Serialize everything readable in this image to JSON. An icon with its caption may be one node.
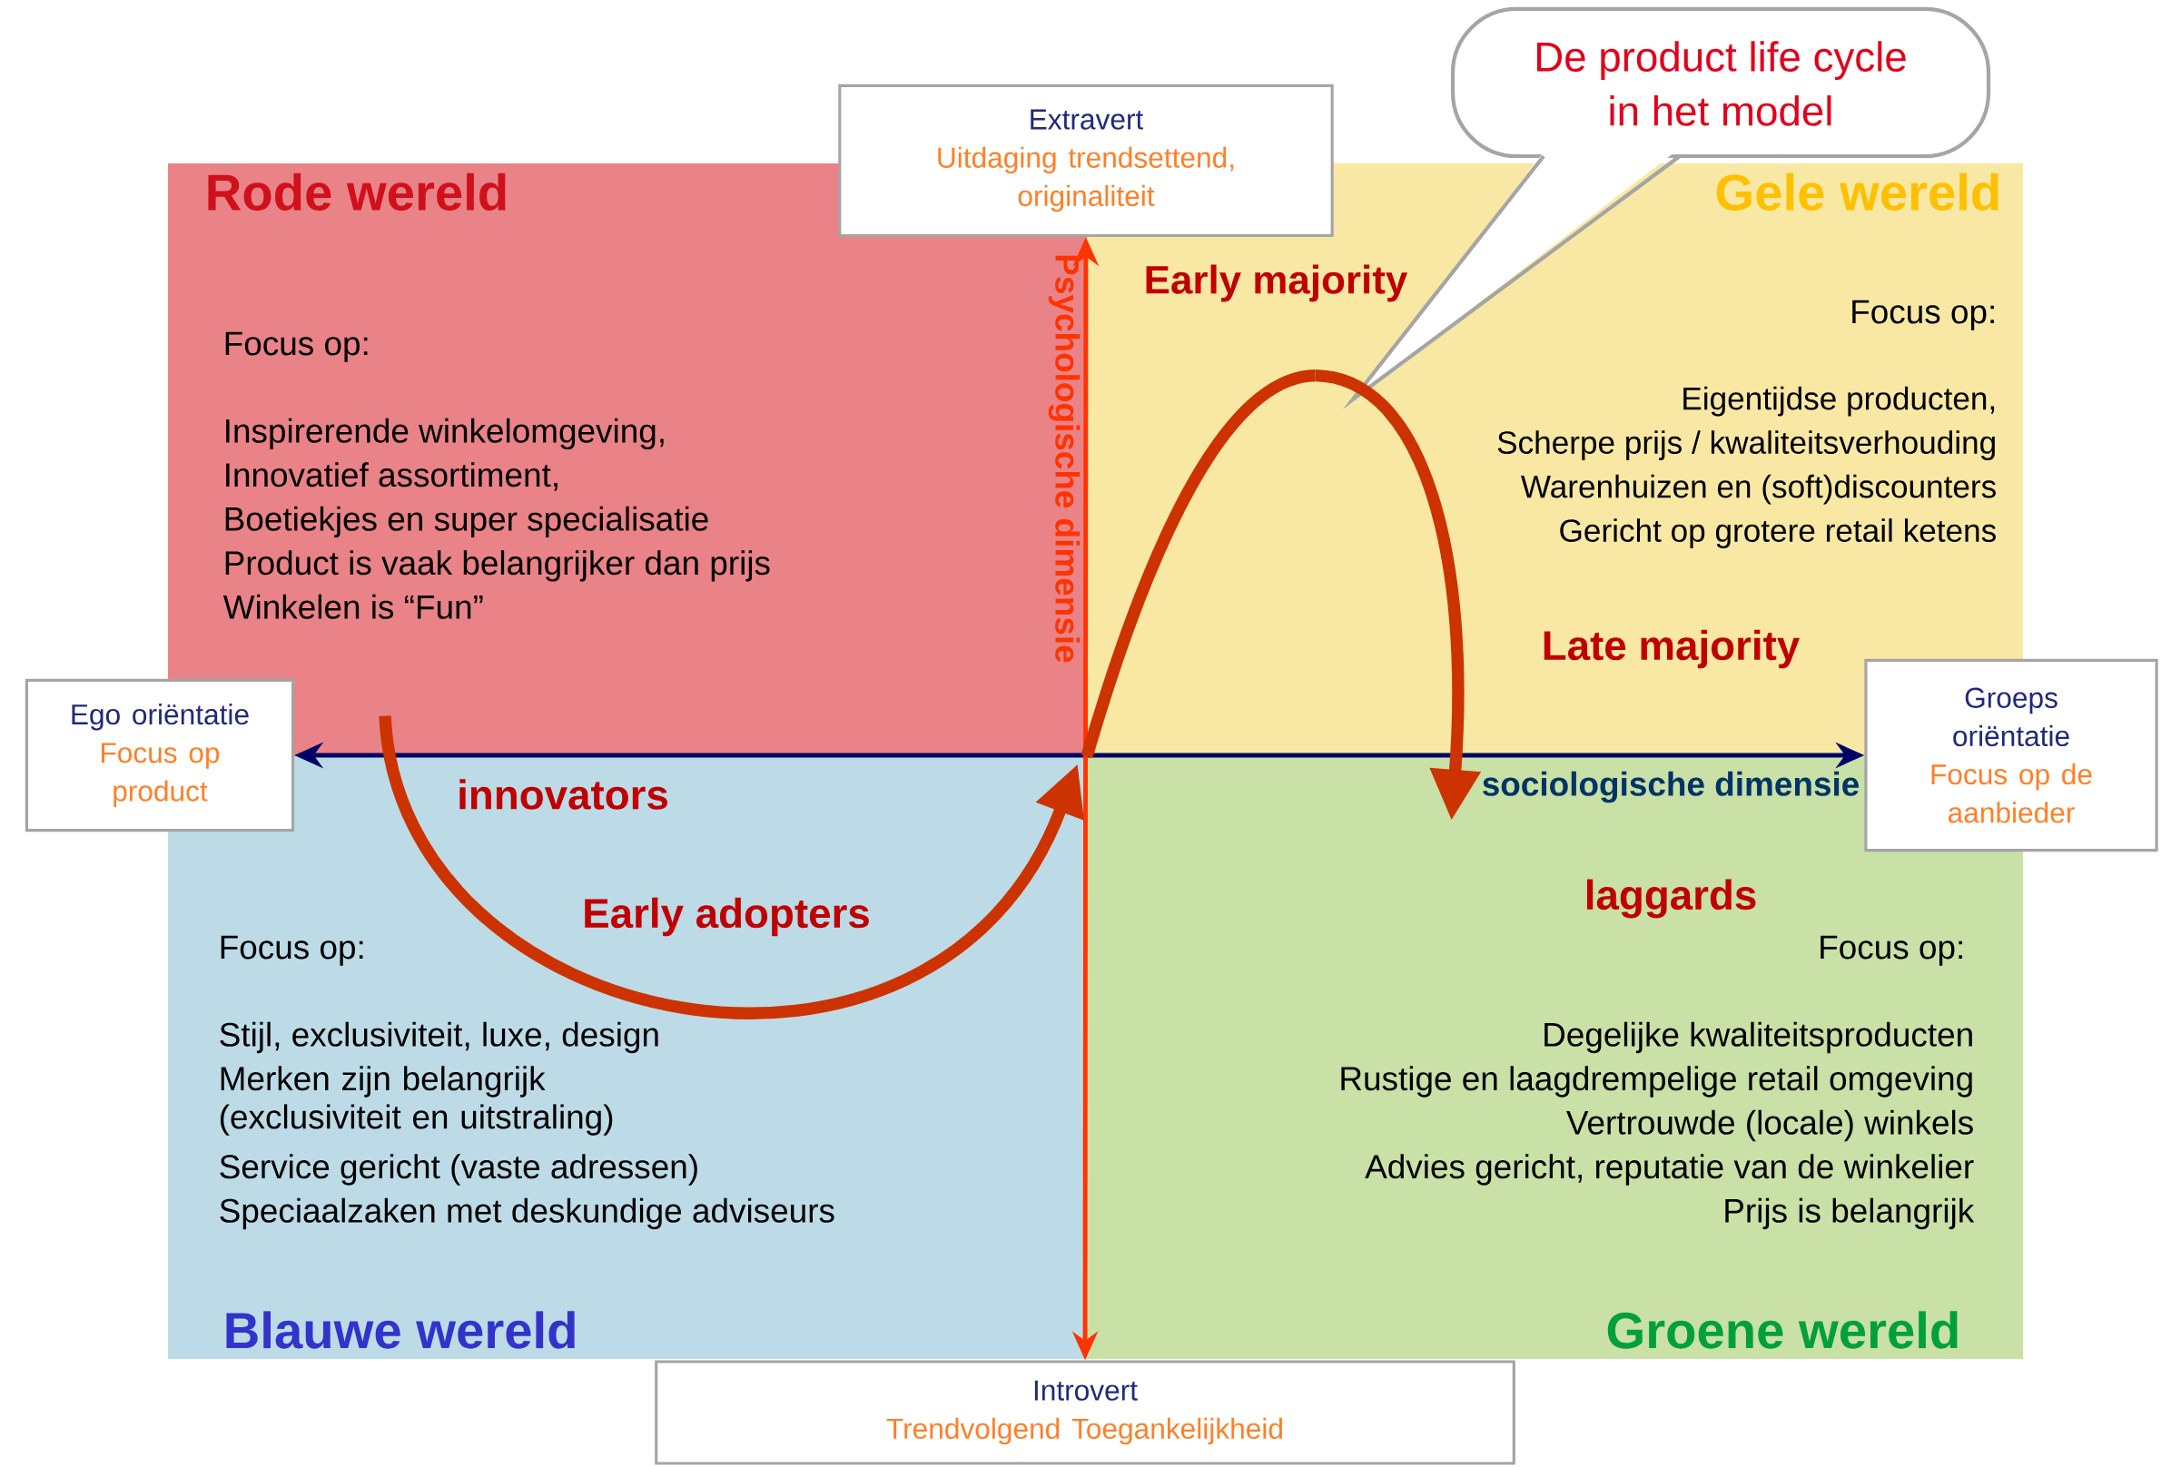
{
  "diagram": {
    "nodes": [
      {
        "text": [
          "Rode wereld",
          "Focus op:",
          "Inspirerende winkelomgeving,",
          "Innovatief assortiment,",
          "Boetiekjes en super specialisatie",
          "Product is vaak belangrijker dan prijs",
          "Winkelen is “Fun”"
        ]
      },
      {
        "text": [
          "Gele wereld",
          "Focus op:",
          "Eigentijdse producten,",
          "Scherpe prijs / kwaliteitsverhouding",
          "Warenhuizen en (soft)discounters",
          "Gericht op grotere retail ketens"
        ]
      },
      {
        "text": [
          "Focus op:",
          "Stijl, exclusiviteit, luxe, design",
          "Merken zijn belangrijk (exclusiviteit en uitstraling)",
          "Service gericht (vaste adressen)",
          "Speciaalzaken met deskundige adviseurs",
          "Blauwe wereld"
        ]
      },
      {
        "text": [
          "Focus op:",
          "Degelijke kwaliteitsproducten",
          "Rustige en laagdrempelige retail omgeving",
          "Vertrouwde (locale) winkels",
          "Advies gericht, reputatie van de winkelier",
          "Prijs is belangrijk",
          "Groene wereld"
        ]
      },
      {
        "text": [
          "Extravert",
          "Uitdaging trendsettend, originaliteit"
        ]
      },
      {
        "text": [
          "Introvert",
          "Trendvolgend  Toegankelijkheid"
        ]
      },
      {
        "text": [
          "Ego oriëntatie",
          "Focus op product"
        ]
      },
      {
        "text": [
          "Groeps oriëntatie",
          "Focus op de aanbieder"
        ]
      },
      {
        "text": [
          "De product life cycle in het model"
        ]
      }
    ],
    "edges": [
      {
        "from": 6,
        "to": 7,
        "arrow": "both",
        "label": "sociologische dimensie",
        "color": "#000066"
      },
      {
        "from": 5,
        "to": 4,
        "arrow": "both",
        "label": "Psychologische dimensie",
        "color": "#ff3300"
      },
      {
        "from": 0,
        "to": 2,
        "arrow": "to",
        "color": "#cc3300"
      },
      {
        "from": 2,
        "to": 1,
        "arrow": "none",
        "color": "#cc3300"
      },
      {
        "from": 1,
        "to": 3,
        "arrow": "to",
        "color": "#cc3300"
      }
    ],
    "labels": [
      "Early majority",
      "Late majority",
      "innovators",
      "laggards",
      "Early adopters"
    ]
  }
}
